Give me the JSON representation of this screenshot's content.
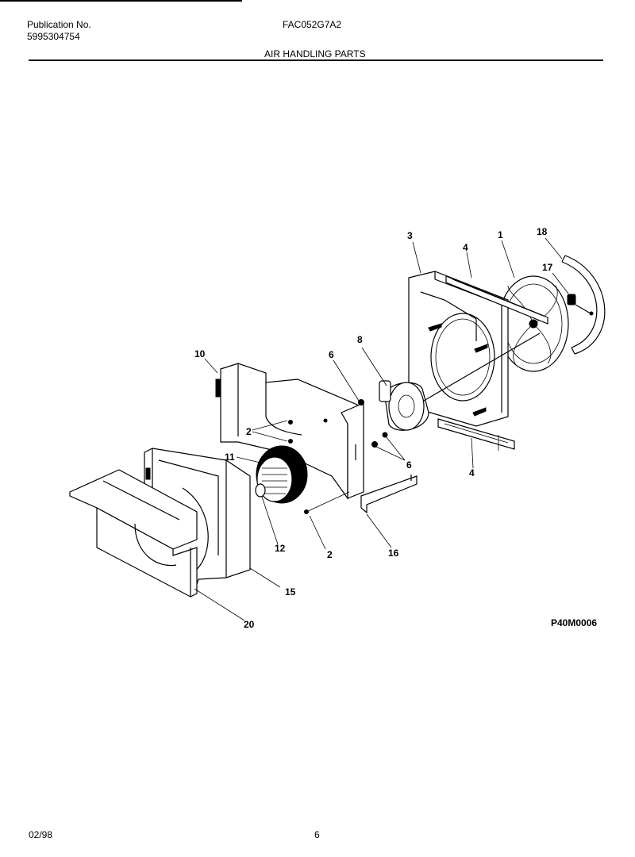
{
  "header": {
    "publication_label": "Publication No.",
    "publication_number": "5995304754",
    "model": "FAC052G7A2",
    "section_title": "AIR HANDLING PARTS"
  },
  "diagram": {
    "callouts": {
      "c1": "1",
      "c2a": "2",
      "c2b": "2",
      "c3": "3",
      "c4a": "4",
      "c4b": "4",
      "c6a": "6",
      "c6b": "6",
      "c8": "8",
      "c10": "10",
      "c11": "11",
      "c12": "12",
      "c15": "15",
      "c16": "16",
      "c17": "17",
      "c18": "18",
      "c20": "20"
    },
    "drawing_code": "P40M0006"
  },
  "footer": {
    "date": "02/98",
    "page": "6"
  }
}
